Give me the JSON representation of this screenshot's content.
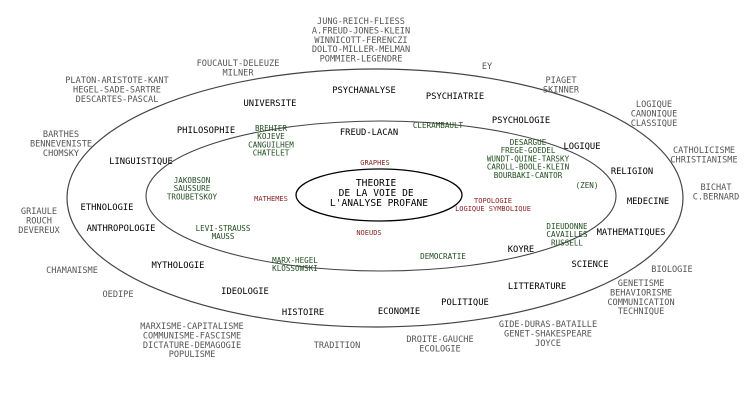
{
  "center": [
    "THEORIE",
    "DE LA VOIE DE",
    "L'ANALYSE PROFANE"
  ],
  "outer_labels": [
    {
      "key": "jung",
      "lines": [
        "JUNG-REICH-FLIESS",
        "A.FREUD-JONES-KLEIN",
        "WINNICOTT-FERENCZI",
        "DOLTO-MILLER-MELMAN",
        "POMMIER-LEGENDRE"
      ]
    },
    {
      "key": "foucault",
      "lines": [
        "FOUCAULT-DELEUZE",
        "MILNER"
      ]
    },
    {
      "key": "ey",
      "lines": [
        "EY"
      ]
    },
    {
      "key": "platon",
      "lines": [
        "PLATON-ARISTOTE-KANT",
        "HEGEL-SADE-SARTRE",
        "DESCARTES-PASCAL"
      ]
    },
    {
      "key": "piaget",
      "lines": [
        "PIAGET",
        "SKINNER"
      ]
    },
    {
      "key": "logique-canonique",
      "lines": [
        "LOGIQUE",
        "CANONIQUE",
        "CLASSIQUE"
      ]
    },
    {
      "key": "barthes",
      "lines": [
        "BARTHES",
        "BENNEVENISTE",
        "CHOMSKY"
      ]
    },
    {
      "key": "catholicisme",
      "lines": [
        "CATHOLICISME",
        "CHRISTIANISME"
      ]
    },
    {
      "key": "bichat",
      "lines": [
        "BICHAT",
        "C.BERNARD"
      ]
    },
    {
      "key": "griaule",
      "lines": [
        "GRIAULE",
        "ROUCH",
        "DEVEREUX"
      ]
    },
    {
      "key": "chamanisme",
      "lines": [
        "CHAMANISME"
      ]
    },
    {
      "key": "biologie",
      "lines": [
        "BIOLOGIE"
      ]
    },
    {
      "key": "oedipe",
      "lines": [
        "OEDIPE"
      ]
    },
    {
      "key": "genetisme",
      "lines": [
        "GENETISME",
        "BEHAVIORISME",
        "COMMUNICATION",
        "TECHNIQUE"
      ]
    },
    {
      "key": "marxisme",
      "lines": [
        "MARXISME-CAPITALISME",
        "COMMUNISME-FASCISME",
        "DICTATURE-DEMAGOGIE",
        "POPULISME"
      ]
    },
    {
      "key": "gide",
      "lines": [
        "GIDE-DURAS-BATAILLE",
        "GENET-SHAKESPEARE",
        "JOYCE"
      ]
    },
    {
      "key": "droite",
      "lines": [
        "DROITE-GAUCHE",
        "ECOLOGIE"
      ]
    },
    {
      "key": "tradition",
      "lines": [
        "TRADITION"
      ]
    }
  ],
  "band_labels": [
    {
      "key": "psychanalyse",
      "lines": [
        "PSYCHANALYSE"
      ]
    },
    {
      "key": "universite",
      "lines": [
        "UNIVERSITE"
      ]
    },
    {
      "key": "psychiatrie",
      "lines": [
        "PSYCHIATRIE"
      ]
    },
    {
      "key": "psychologie",
      "lines": [
        "PSYCHOLOGIE"
      ]
    },
    {
      "key": "philosophie",
      "lines": [
        "PHILOSOPHIE"
      ]
    },
    {
      "key": "logique",
      "lines": [
        "LOGIQUE"
      ]
    },
    {
      "key": "linguistique",
      "lines": [
        "LINGUISTIQUE"
      ]
    },
    {
      "key": "religion",
      "lines": [
        "RELIGION"
      ]
    },
    {
      "key": "ethnologie",
      "lines": [
        "ETHNOLOGIE"
      ]
    },
    {
      "key": "medecine",
      "lines": [
        "MEDECINE"
      ]
    },
    {
      "key": "anthropologie",
      "lines": [
        "ANTHROPOLOGIE"
      ]
    },
    {
      "key": "mathematiques",
      "lines": [
        "MATHEMATIQUES"
      ]
    },
    {
      "key": "mythologie",
      "lines": [
        "MYTHOLOGIE"
      ]
    },
    {
      "key": "science",
      "lines": [
        "SCIENCE"
      ]
    },
    {
      "key": "ideologie",
      "lines": [
        "IDEOLOGIE"
      ]
    },
    {
      "key": "litterature",
      "lines": [
        "LITTERATURE"
      ]
    },
    {
      "key": "politique",
      "lines": [
        "POLITIQUE"
      ]
    },
    {
      "key": "histoire",
      "lines": [
        "HISTOIRE"
      ]
    },
    {
      "key": "economie",
      "lines": [
        "ECONOMIE"
      ]
    }
  ],
  "inner_labels": [
    {
      "key": "freud-lacan",
      "lines": [
        "FREUD-LACAN"
      ],
      "style": "band"
    },
    {
      "key": "clerambault",
      "lines": [
        "CLERAMBAULT"
      ]
    },
    {
      "key": "brehier",
      "lines": [
        "BREHIER",
        "KOJEVE",
        "CANGUILHEM",
        "CHATELET"
      ]
    },
    {
      "key": "desargue",
      "lines": [
        "DESARGUE",
        "FREGE-GOEDEL",
        "WUNDT-QUINE-TARSKY",
        "CAROLL-BOOLE-KLEIN",
        "BOURBAKI-CANTOR"
      ]
    },
    {
      "key": "jakobson",
      "lines": [
        "JAKOBSON",
        "SAUSSURE",
        "TROUBETSKOY"
      ]
    },
    {
      "key": "zen",
      "lines": [
        "(ZEN)"
      ]
    },
    {
      "key": "levi-strauss",
      "lines": [
        "LEVI-STRAUSS",
        "MAUSS"
      ]
    },
    {
      "key": "dieudonne",
      "lines": [
        "DIEUDONNE",
        "CAVAILLES",
        "RUSSELL"
      ]
    },
    {
      "key": "koyre",
      "lines": [
        "KOYRE"
      ],
      "style": "band"
    },
    {
      "key": "marx",
      "lines": [
        "MARX-HEGEL",
        "KLOSSOWSKI"
      ]
    },
    {
      "key": "democratie",
      "lines": [
        "DEMOCRATIE"
      ]
    }
  ],
  "red_labels": [
    {
      "key": "graphes",
      "lines": [
        "GRAPHES"
      ]
    },
    {
      "key": "mathemes",
      "lines": [
        "MATHEMES"
      ]
    },
    {
      "key": "topologie",
      "lines": [
        "TOPOLOGIE",
        "LOGIQUE SYMBOLIQUE"
      ]
    },
    {
      "key": "noeuds",
      "lines": [
        "NOEUDS"
      ]
    }
  ]
}
